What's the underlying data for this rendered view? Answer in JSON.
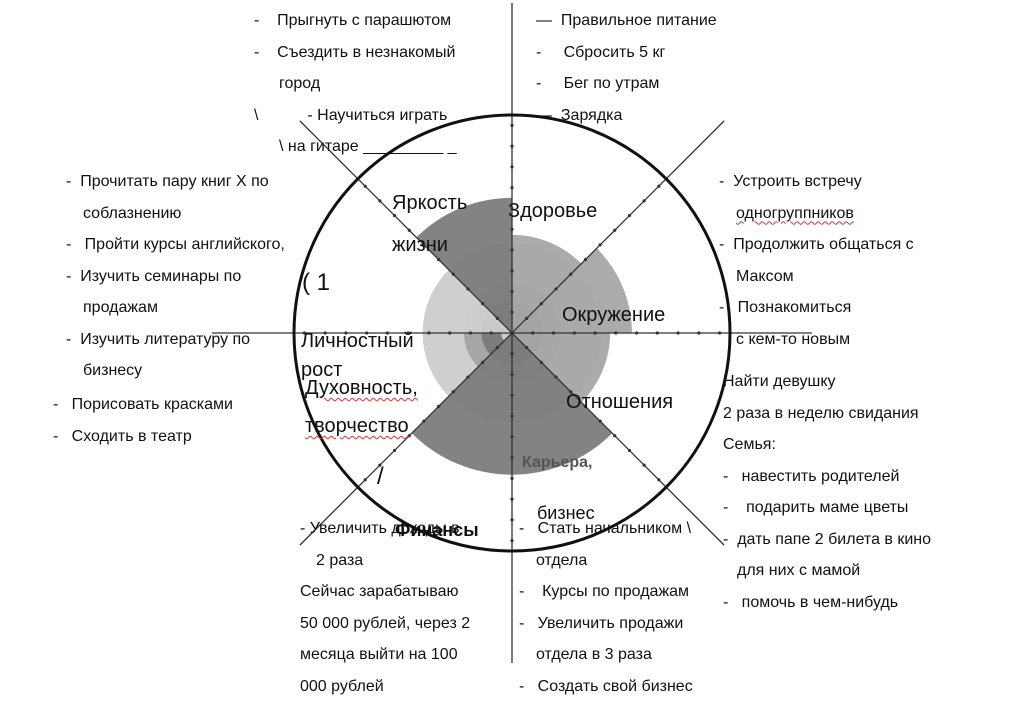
{
  "diagram": {
    "sectors": {
      "brightness": [
        "Яркость",
        "жизни"
      ],
      "health": [
        "Здоровье"
      ],
      "environment": [
        "Окружение"
      ],
      "relations": [
        "Отношения"
      ],
      "career": [
        "Карьера,",
        "бизнес"
      ],
      "finance": [
        "Финансы"
      ],
      "personal": [
        "Личностный",
        "рост"
      ],
      "spirituality": [
        "Духовность,",
        "творчество"
      ]
    },
    "marks": {
      "paren_one": "( 1",
      "slash": "/"
    },
    "shading": {
      "outer_ring_color": "#cfcfcf",
      "mid_ring_color": "#a6a6a6",
      "inner_ring_color": "#7c7c7c",
      "fill_levels": [
        0.45,
        0.55,
        0.45,
        0.65,
        0.65,
        0.05,
        0.35,
        0.62
      ]
    }
  },
  "notes": {
    "top_left": [
      "Прыгнуть с парашютом",
      "Съездить в незнакомый",
      "город",
      "- Научиться играть",
      "\\ на гитаре _________ _"
    ],
    "top_left_bullets": [
      "-",
      "-",
      "",
      "\\",
      ""
    ],
    "top_right": [
      "Правильное питание",
      "Сбросить 5 кг",
      "Бег по утрам",
      "Зарядка"
    ],
    "top_right_bullets": [
      "—",
      "-",
      "-",
      "—"
    ],
    "left": [
      "Прочитать пару книг X по",
      "соблазнению",
      "Пройти курсы английского,",
      "Изучить семинары по",
      "продажам",
      "Изучить литературу по",
      "бизнесу"
    ],
    "left_bullets": [
      "-",
      "",
      "-",
      "-",
      "",
      "-",
      ""
    ],
    "left_bottom": [
      "Порисовать красками",
      "Сходить в театр"
    ],
    "right_top": [
      "Устроить встречу",
      "одногруппников",
      "Продолжить общаться с",
      "Максом",
      "Познакомиться",
      "с кем-то новым"
    ],
    "right_top_bullets": [
      "-",
      "",
      "-",
      "",
      "-",
      ""
    ],
    "right_bottom": [
      "Найти девушку",
      "2 раза в неделю свидания",
      "Семья:",
      "навестить родителей",
      "подарить маме цветы",
      "дать папе 2 билета в кино",
      "для них с мамой",
      "помочь в чем-нибудь"
    ],
    "right_bottom_bullets": [
      "",
      "",
      "",
      "-",
      "-",
      "-",
      "",
      "-"
    ],
    "bottom_left": [
      "- Увеличить доходы в",
      "2 раза",
      "Сейчас зарабатываю",
      "50 000 рублей, через 2",
      "месяца выйти на 100",
      "000 рублей"
    ],
    "bottom_mid": [
      "Стать начальником \\",
      "отдела",
      "Курсы по продажам",
      "Увеличить продажи",
      "отдела в 3 раза",
      "Создать свой бизнес"
    ],
    "bottom_mid_bullets": [
      "-",
      "",
      "-",
      "-",
      "",
      "-"
    ]
  }
}
